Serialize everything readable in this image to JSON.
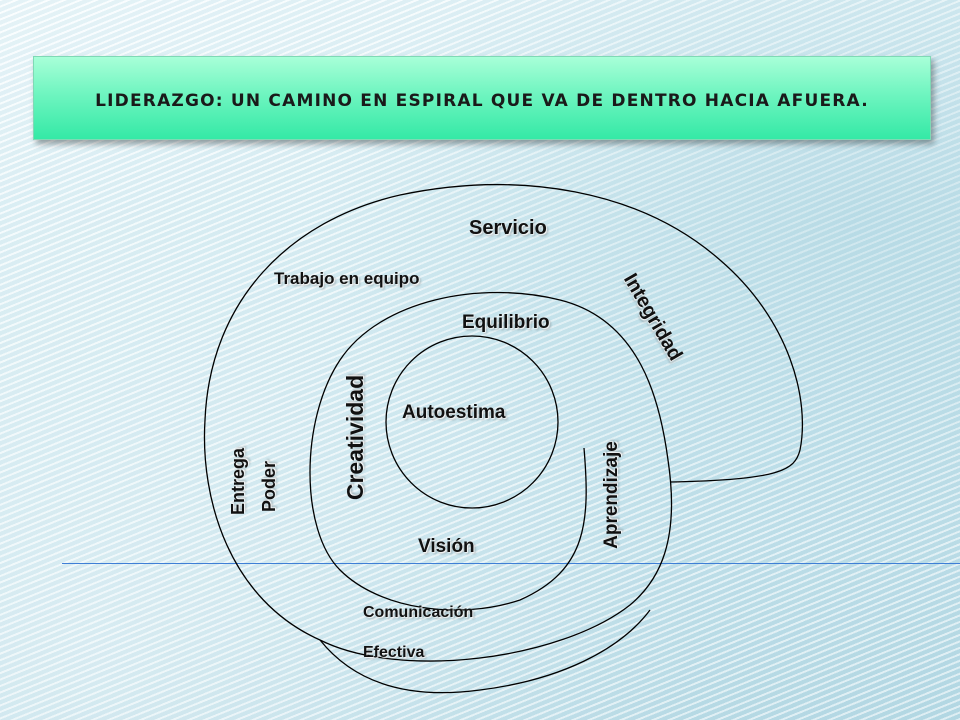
{
  "title": "LIDERAZGO: UN CAMINO EN ESPIRAL QUE VA DE DENTRO HACIA AFUERA.",
  "labels": {
    "servicio": "Servicio",
    "trabajo_en_equipo": "Trabajo en equipo",
    "integridad": "Integridad",
    "equilibrio": "Equilibrio",
    "creatividad": "Creatividad",
    "autoestima": "Autoestima",
    "aprendizaje": "Aprendizaje",
    "entrega": "Entrega",
    "poder": "Poder",
    "vision": "Visión",
    "comunicacion": "Comunicación",
    "efectiva": "Efectiva"
  },
  "colors": {
    "title_bg": "#55f0b4",
    "line": "#000000",
    "rule": "#3f7fd6"
  }
}
